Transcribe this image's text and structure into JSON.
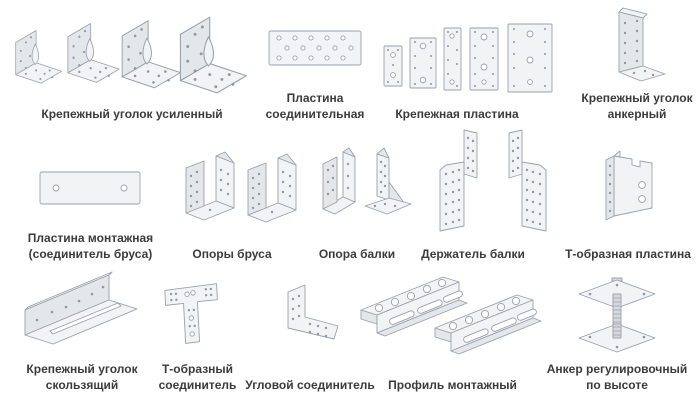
{
  "page": {
    "background": "#ffffff",
    "label_color": "#3b3b3b"
  },
  "colors": {
    "outline": "#9aa1ab",
    "metal_light": "#f2f3f5",
    "metal_shaded": "#e4e7ea",
    "metal_dark": "#d6dade",
    "perforation_dot": "#8f97a2"
  },
  "items": [
    {
      "id": "angle-reinforced",
      "label": "Крепежный уголок усиленный",
      "icon": "angle-bracket-reinforced-illustration"
    },
    {
      "id": "plate-connecting",
      "label": "Пластина соединительная",
      "icon": "connecting-plate-illustration"
    },
    {
      "id": "plate-fastening",
      "label": "Крепежная пластина",
      "icon": "fastening-plates-illustration"
    },
    {
      "id": "angle-anchor",
      "label": "Крепежный уголок анкерный",
      "icon": "anchor-angle-illustration"
    },
    {
      "id": "plate-mounting",
      "label": "Пластина монтажная (соединитель бруса)",
      "icon": "mounting-plate-illustration"
    },
    {
      "id": "timber-supports",
      "label": "Опоры бруса",
      "icon": "timber-support-hangers-illustration"
    },
    {
      "id": "beam-support",
      "label": "Опора балки",
      "icon": "beam-support-illustration"
    },
    {
      "id": "beam-holder",
      "label": "Держатель балки",
      "icon": "beam-holder-straps-illustration"
    },
    {
      "id": "t-plate",
      "label": "Т-образная пластина",
      "icon": "t-shaped-plate-illustration"
    },
    {
      "id": "angle-sliding",
      "label": "Крепежный уголок скользящий",
      "icon": "sliding-angle-illustration"
    },
    {
      "id": "t-connector",
      "label": "Т-образный соединитель",
      "icon": "t-connector-illustration"
    },
    {
      "id": "corner-connector",
      "label": "Угловой соединитель",
      "icon": "corner-connector-illustration"
    },
    {
      "id": "profile-mounting",
      "label": "Профиль монтажный",
      "icon": "mounting-profile-illustration"
    },
    {
      "id": "anchor-adjustable",
      "label": "Анкер регулировочный по высоте",
      "icon": "height-adjustable-anchor-illustration"
    }
  ]
}
